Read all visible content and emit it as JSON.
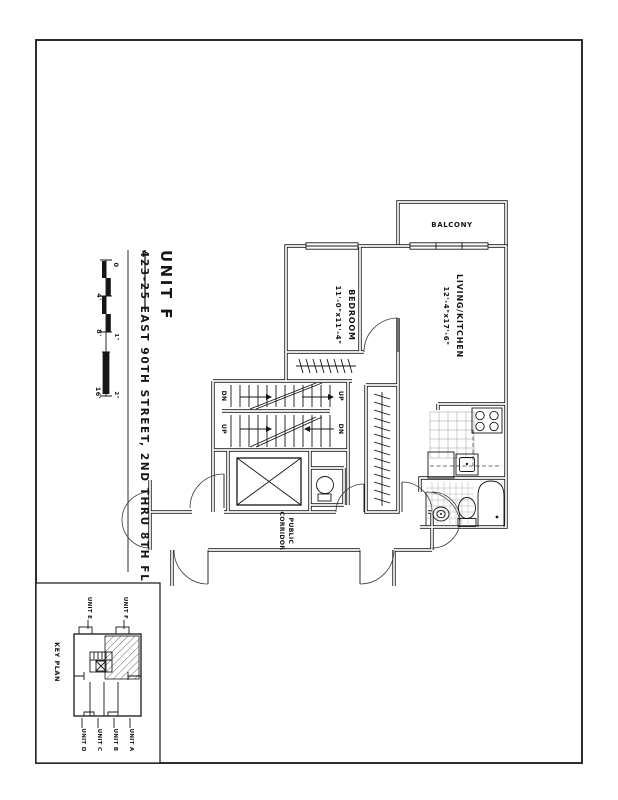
{
  "sheet": {
    "unit_title": "UNIT F",
    "address": "423-25 EAST 90TH STREET, 2ND THRU 8TH FL"
  },
  "scale_bar": {
    "t0": "0",
    "t4": "4'",
    "t8": "8'",
    "t16": "16'",
    "i1": "1\"",
    "i2": "2\""
  },
  "plan": {
    "balcony_label": "BALCONY",
    "bedroom": {
      "name": "BEDROOM",
      "dims": "11'-0\"x11'-4\""
    },
    "living": {
      "name": "LIVING/KITCHEN",
      "dims": "12'-4\"x17'-6\""
    },
    "corridor": {
      "line1": "PUBLIC",
      "line2": "CORRIDOR"
    },
    "stairs": {
      "upper_left": "DN",
      "upper_right": "UP",
      "lower_left": "UP",
      "lower_right": "DN"
    }
  },
  "key_plan": {
    "title": "KEY PLAN",
    "units_top": [
      "UNIT E",
      "UNIT F"
    ],
    "units_bottom": [
      "UNIT D",
      "UNIT C",
      "UNIT B",
      "UNIT A"
    ]
  }
}
